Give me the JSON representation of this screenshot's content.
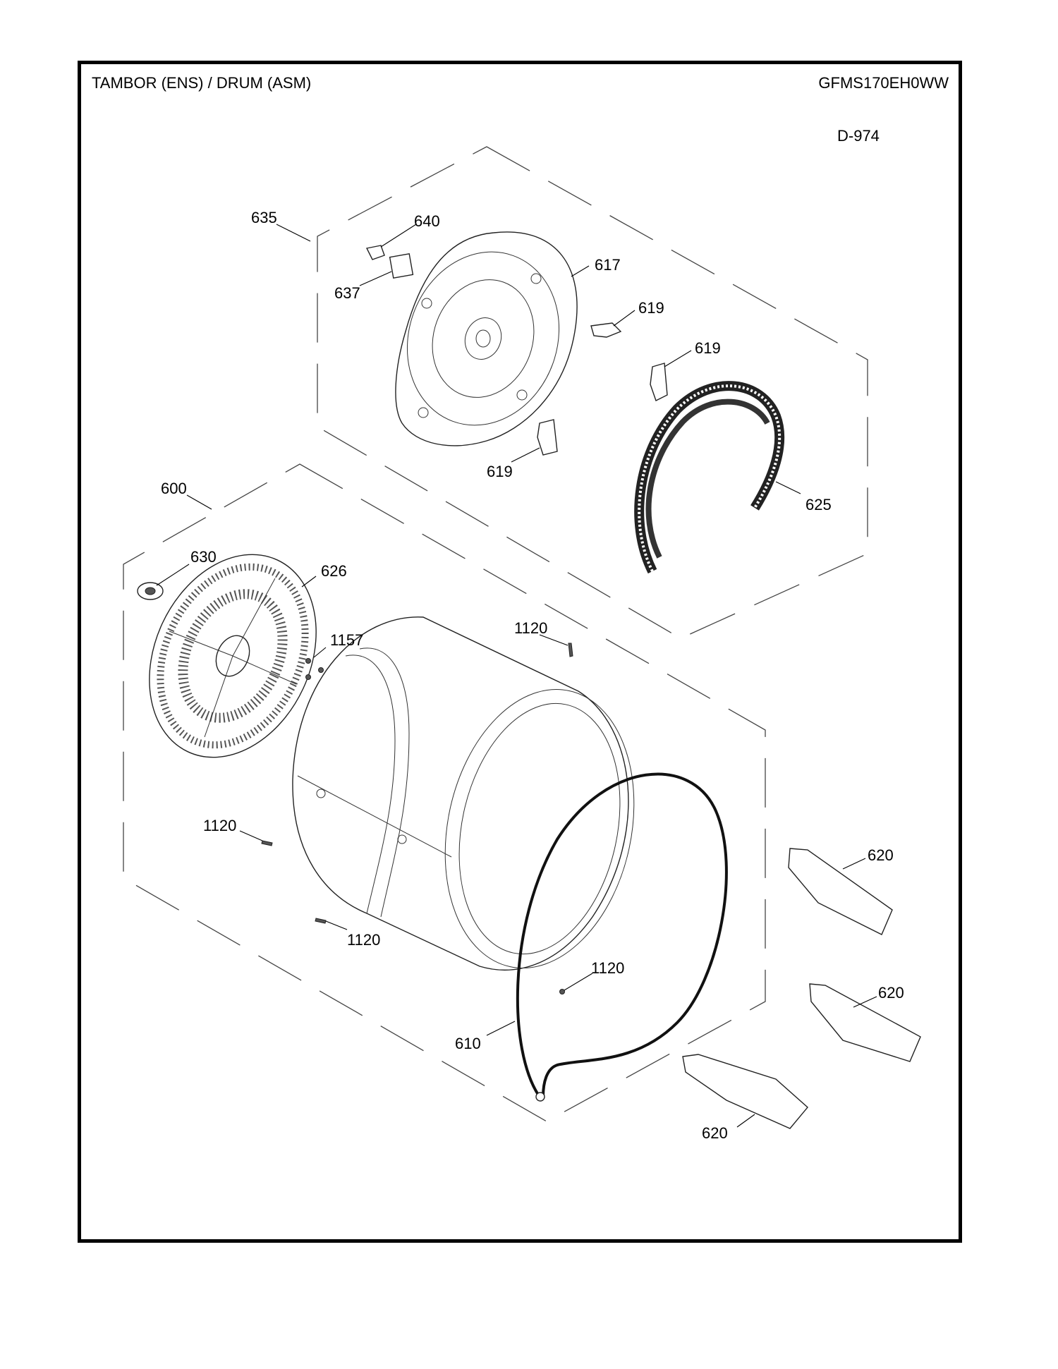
{
  "header": {
    "title": "TAMBOR (ENS) / DRUM (ASM)",
    "model": "GFMS170EH0WW",
    "diagram_code": "D-974"
  },
  "callouts": [
    {
      "id": "c635",
      "label": "635"
    },
    {
      "id": "c640",
      "label": "640"
    },
    {
      "id": "c637",
      "label": "637"
    },
    {
      "id": "c617",
      "label": "617"
    },
    {
      "id": "c619a",
      "label": "619"
    },
    {
      "id": "c619b",
      "label": "619"
    },
    {
      "id": "c619c",
      "label": "619"
    },
    {
      "id": "c625",
      "label": "625"
    },
    {
      "id": "c600",
      "label": "600"
    },
    {
      "id": "c630",
      "label": "630"
    },
    {
      "id": "c626",
      "label": "626"
    },
    {
      "id": "c1157",
      "label": "1157"
    },
    {
      "id": "c1120a",
      "label": "1120"
    },
    {
      "id": "c1120b",
      "label": "1120"
    },
    {
      "id": "c1120c",
      "label": "1120"
    },
    {
      "id": "c1120d",
      "label": "1120"
    },
    {
      "id": "c610",
      "label": "610"
    },
    {
      "id": "c620a",
      "label": "620"
    },
    {
      "id": "c620b",
      "label": "620"
    },
    {
      "id": "c620c",
      "label": "620"
    }
  ]
}
